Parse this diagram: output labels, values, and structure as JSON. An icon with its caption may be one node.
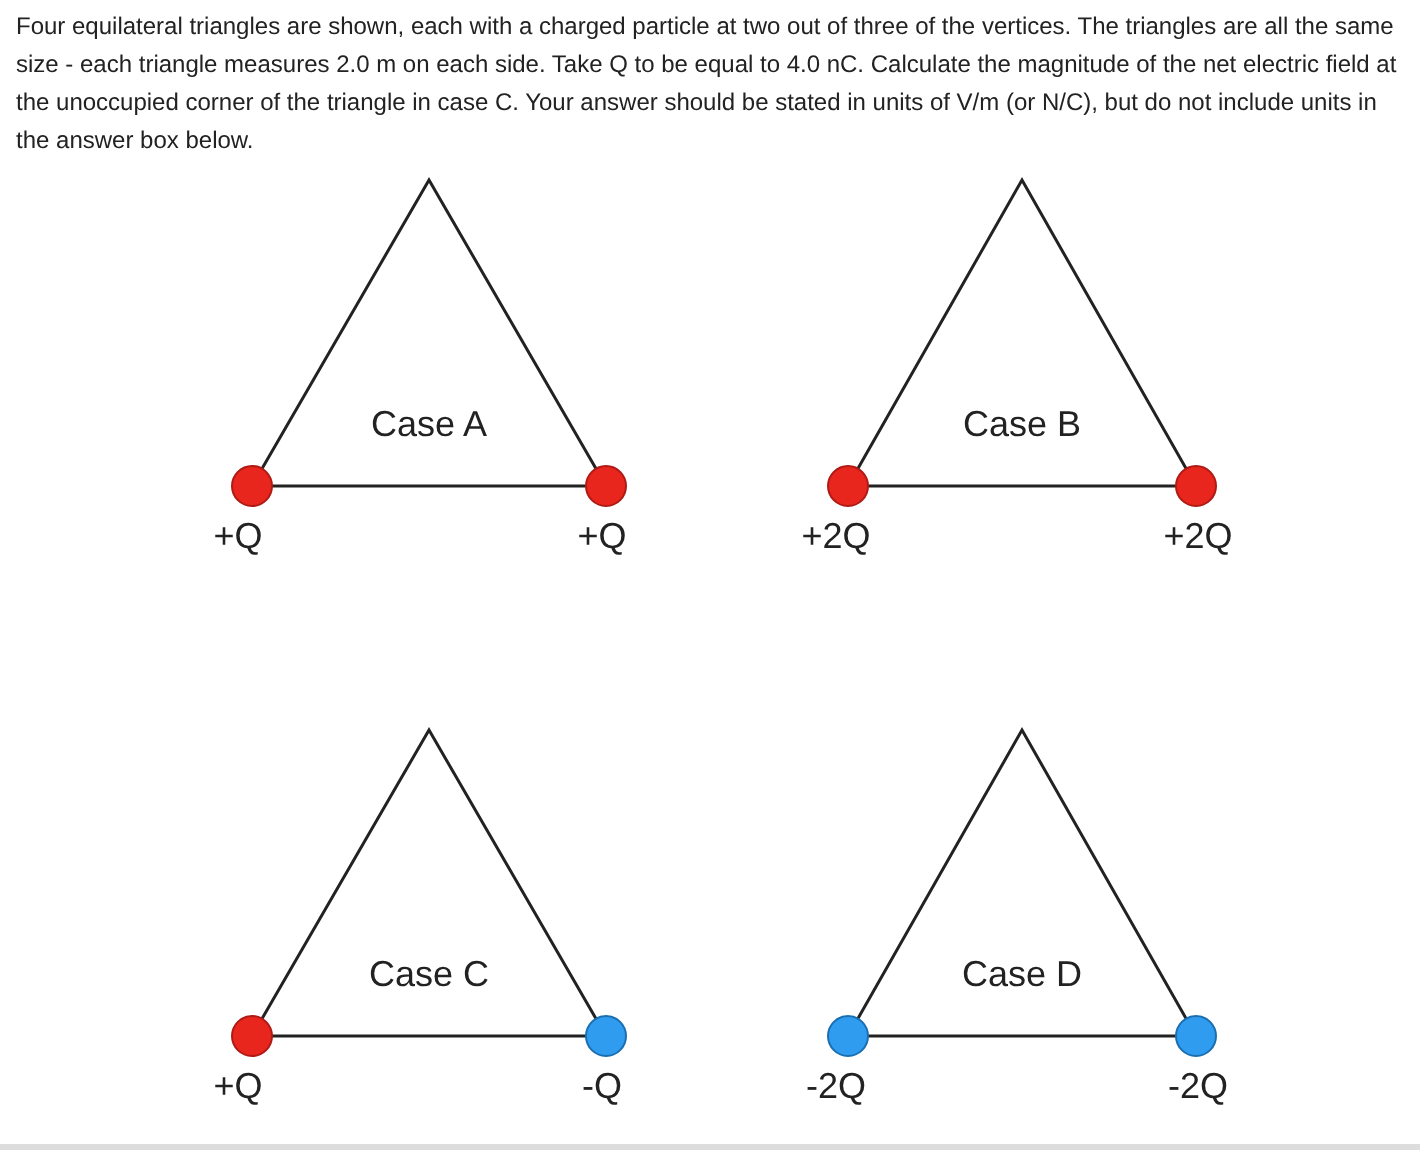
{
  "diagram": {
    "title": "Four equilateral triangles are shown, each with a charged particle at two out of three of the vertices. The triangles are all the same size - each triangle measures 2.0 m on each side. Take Q to be equal to 4.0 nC. Calculate the magnitude of the net electric field at the unoccupied corner of the triangle in case C. Your answer should be stated in units of V/m (or N/C), but do not include units in the answer box below.",
    "nodes": [
      {
        "text": [
          "Case A"
        ]
      },
      {
        "text": [],
        "shape": "circle",
        "beside": [
          "+Q"
        ]
      },
      {
        "text": [],
        "shape": "circle",
        "beside": [
          "+Q"
        ]
      },
      {
        "text": [
          "Case B"
        ]
      },
      {
        "text": [],
        "shape": "circle",
        "beside": [
          "+2Q"
        ]
      },
      {
        "text": [],
        "shape": "circle",
        "beside": [
          "+2Q"
        ]
      },
      {
        "text": [
          "Case C"
        ]
      },
      {
        "text": [],
        "shape": "circle",
        "beside": [
          "+Q"
        ]
      },
      {
        "text": [],
        "shape": "circle",
        "beside": [
          "-Q"
        ]
      },
      {
        "text": [
          "Case D"
        ]
      },
      {
        "text": [],
        "shape": "circle",
        "beside": [
          "-2Q"
        ]
      },
      {
        "text": [],
        "shape": "circle",
        "beside": [
          "-2Q"
        ]
      }
    ]
  }
}
